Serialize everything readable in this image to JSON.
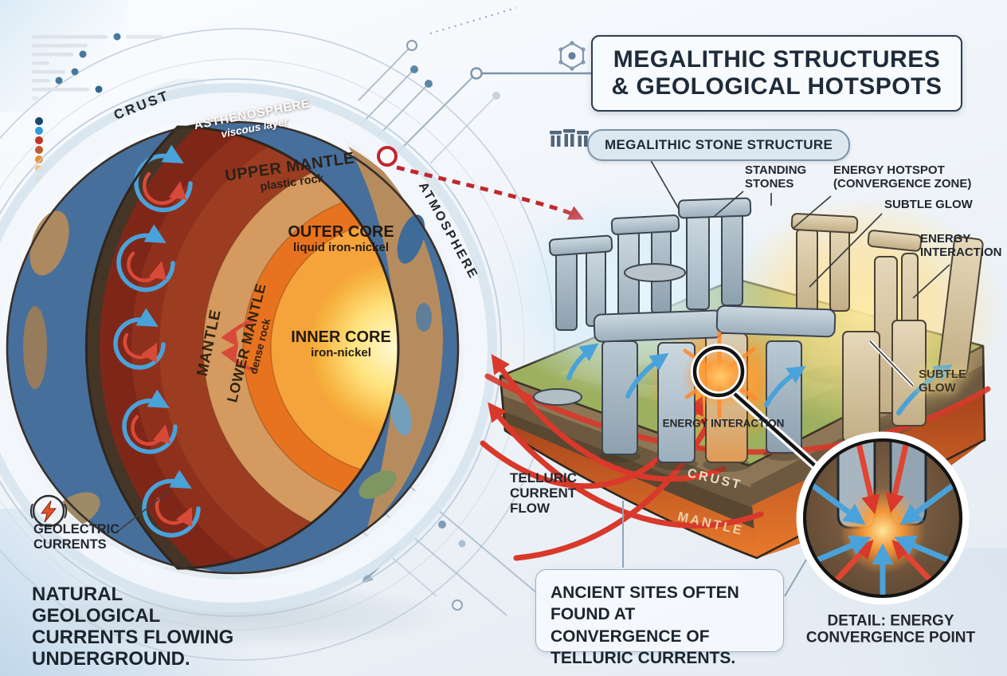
{
  "header": {
    "title_line1": "MEGALITHIC STRUCTURES",
    "title_line2": "& GEOLOGICAL HOTSPOTS"
  },
  "badge": {
    "label": "MEGALITHIC STONE STRUCTURE"
  },
  "earth": {
    "crust": "CRUST",
    "atmosphere": "ATMOSPHERE",
    "asthenosphere_name": "ASTHENOSPHERE",
    "asthenosphere_sub": "viscous layer",
    "upper_mantle_name": "UPPER MANTLE",
    "upper_mantle_sub": "plastic rock",
    "outer_core_name": "OUTER CORE",
    "outer_core_sub": "liquid iron-nickel",
    "mantle": "MANTLE",
    "lower_mantle_name": "LOWER MANTLE",
    "lower_mantle_sub": "dense rock",
    "inner_core_name": "INNER CORE",
    "inner_core_sub": "iron-nickel",
    "geolectric": "GEOLECTRIC CURRENTS",
    "caption": "NATURAL GEOLOGICAL CURRENTS FLOWING UNDERGROUND."
  },
  "site": {
    "standing_stones": "STANDING STONES",
    "energy_hotspot": "ENERGY HOTSPOT (CONVERGENCE ZONE)",
    "subtle_glow_top": "SUBTLE GLOW",
    "energy_interaction_right": "ENERGY INTERACTION",
    "subtle_glow_right": "SUBTLE GLOW",
    "energy_interaction_center": "ENERGY INTERACTION",
    "telluric": "TELLURIC CURRENT FLOW",
    "crust_layer": "CRUST",
    "mantle_layer": "MANTLE"
  },
  "footer": {
    "ancient_note": "ANCIENT SITES OFTEN FOUND AT CONVERGENCE OF TELLURIC CURRENTS.",
    "detail_caption": "DETAIL: ENERGY CONVERGENCE POINT"
  },
  "colors": {
    "accent_red": "#c1272d",
    "arrow_red": "#d8392a",
    "arrow_blue": "#4aa2da",
    "title_text": "#1d2b3a",
    "glow_yellow": "#ffd97a"
  }
}
